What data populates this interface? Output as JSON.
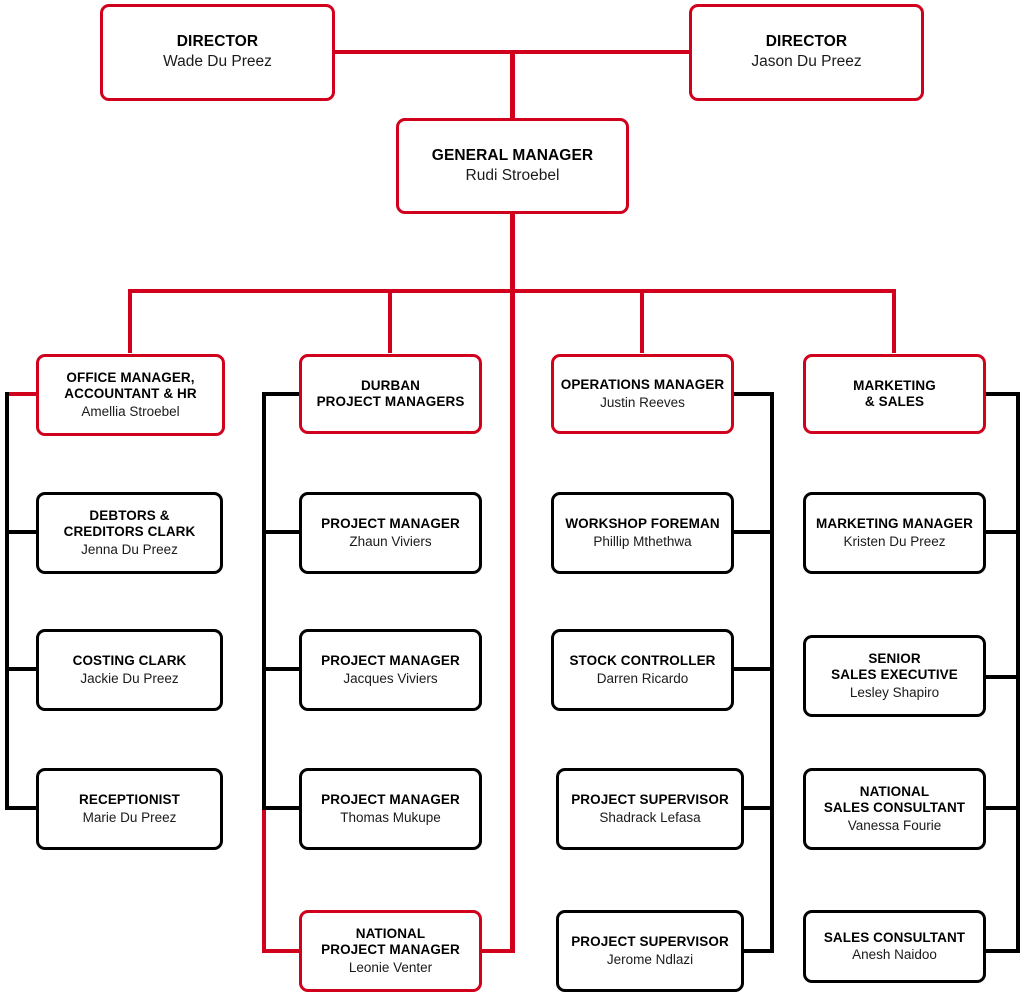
{
  "colors": {
    "accent_red": "#D1001C",
    "line_black": "#000000",
    "box_fill": "#FFFFFF",
    "text": "#000000"
  },
  "chart_meta": {
    "type": "org-chart",
    "tiers": 3,
    "columns": 4
  },
  "tier_top": {
    "director_left": {
      "title": "DIRECTOR",
      "person": "Wade Du Preez"
    },
    "director_right": {
      "title": "DIRECTOR",
      "person": "Jason Du Preez"
    },
    "general_manager": {
      "title": "GENERAL MANAGER",
      "person": "Rudi Stroebel"
    }
  },
  "columns": [
    {
      "head": {
        "title_line1": "OFFICE MANAGER,",
        "title_line2": "ACCOUNTANT & HR",
        "person": "Amellia Stroebel"
      },
      "children": [
        {
          "title_line1": "DEBTORS &",
          "title_line2": "CREDITORS CLARK",
          "person": "Jenna Du Preez"
        },
        {
          "title_line1": "COSTING CLARK",
          "title_line2": "",
          "person": "Jackie Du Preez"
        },
        {
          "title_line1": "RECEPTIONIST",
          "title_line2": "",
          "person": "Marie Du Preez"
        }
      ]
    },
    {
      "head": {
        "title_line1": "DURBAN",
        "title_line2": "PROJECT MANAGERS",
        "person": ""
      },
      "children": [
        {
          "title_line1": "PROJECT MANAGER",
          "title_line2": "",
          "person": "Zhaun Viviers"
        },
        {
          "title_line1": "PROJECT MANAGER",
          "title_line2": "",
          "person": "Jacques Viviers"
        },
        {
          "title_line1": "PROJECT MANAGER",
          "title_line2": "",
          "person": "Thomas Mukupe"
        },
        {
          "title_line1": "NATIONAL",
          "title_line2": "PROJECT MANAGER",
          "person": "Leonie Venter"
        }
      ]
    },
    {
      "head": {
        "title_line1": "OPERATIONS MANAGER",
        "title_line2": "",
        "person": "Justin Reeves"
      },
      "children": [
        {
          "title_line1": "WORKSHOP FOREMAN",
          "title_line2": "",
          "person": "Phillip Mthethwa"
        },
        {
          "title_line1": "STOCK CONTROLLER",
          "title_line2": "",
          "person": "Darren Ricardo"
        },
        {
          "title_line1": "PROJECT SUPERVISOR",
          "title_line2": "",
          "person": "Shadrack Lefasa"
        },
        {
          "title_line1": "PROJECT SUPERVISOR",
          "title_line2": "",
          "person": "Jerome Ndlazi"
        }
      ]
    },
    {
      "head": {
        "title_line1": "MARKETING",
        "title_line2": "& SALES",
        "person": ""
      },
      "children": [
        {
          "title_line1": "MARKETING MANAGER",
          "title_line2": "",
          "person": "Kristen Du Preez"
        },
        {
          "title_line1": "SENIOR",
          "title_line2": "SALES EXECUTIVE",
          "person": "Lesley Shapiro"
        },
        {
          "title_line1": "NATIONAL",
          "title_line2": "SALES CONSULTANT",
          "person": "Vanessa Fourie"
        },
        {
          "title_line1": "SALES CONSULTANT",
          "title_line2": "",
          "person": "Anesh Naidoo"
        }
      ]
    }
  ]
}
